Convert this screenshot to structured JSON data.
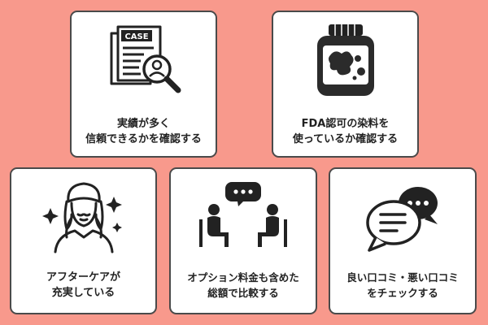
{
  "cards": [
    {
      "line1": "実績が多く",
      "line2": "信頼できるかを確認する",
      "icon": "case-document-search-icon",
      "icon_text": "CASE"
    },
    {
      "line1": "FDA認可の染料を",
      "line2": "使っているか確認する",
      "icon": "ink-bottle-icon"
    },
    {
      "line1": "アフターケアが",
      "line2": "充実している",
      "icon": "woman-sparkle-icon"
    },
    {
      "line1": "オプション料金も含めた",
      "line2": "総額で比較する",
      "icon": "consultation-people-icon"
    },
    {
      "line1": "良い口コミ・悪い口コミ",
      "line2": "をチェックする",
      "icon": "chat-bubbles-icon"
    }
  ],
  "colors": {
    "background": "#f8998c",
    "card": "#ffffff",
    "ink": "#222222"
  }
}
